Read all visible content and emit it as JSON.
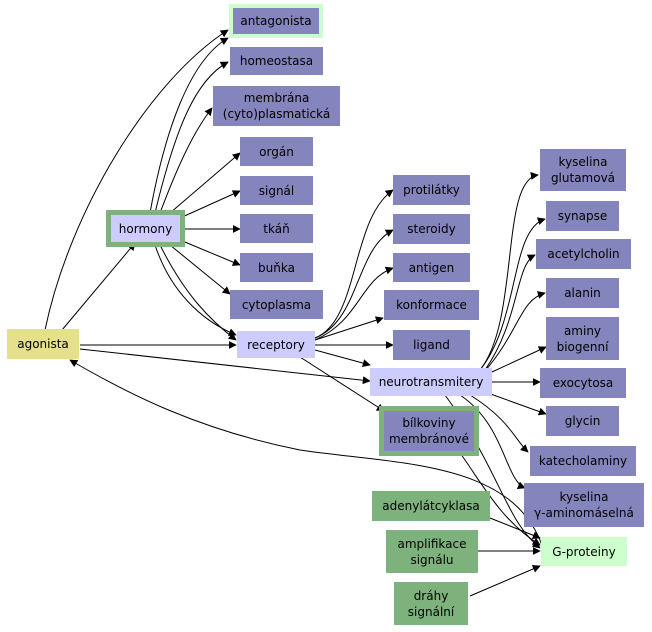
{
  "nodes": {
    "antagonista": "antagonista",
    "homeostasa": "homeostasa",
    "membrana": "membrána\n(cyto)plasmatická",
    "organ": "orgán",
    "signal": "signál",
    "tkan": "tkáň",
    "bunka": "buňka",
    "cytoplasma": "cytoplasma",
    "hormony": "hormony",
    "agonista": "agonista",
    "receptory": "receptory",
    "protilatky": "protilátky",
    "steroidy": "steroidy",
    "antigen": "antigen",
    "konformace": "konformace",
    "ligand": "ligand",
    "neurotransmitery": "neurotransmitery",
    "bilkoviny": "bílkoviny\nmembránové",
    "kyselina_glutamova": "kyselina\nglutamová",
    "synapse": "synapse",
    "acetylcholin": "acetylcholin",
    "alanin": "alanin",
    "aminy": "aminy\nbiogenní",
    "exocytosa": "exocytosa",
    "glycin": "glycin",
    "katecholaminy": "katecholaminy",
    "kyselina_gaba": "kyselina\nγ-aminomáselná",
    "adenylatcyklasa": "adenylátcyklasa",
    "amplifikace": "amplifikace\nsignálu",
    "drahy": "dráhy\nsignální",
    "g_proteiny": "G-proteiny"
  },
  "colors": {
    "leaf": "#8585bd",
    "active": "#ccccff",
    "root": "#e5e08a",
    "signal_chain": "#7db27d",
    "target": "#ccffcc",
    "edge": "#000000"
  }
}
